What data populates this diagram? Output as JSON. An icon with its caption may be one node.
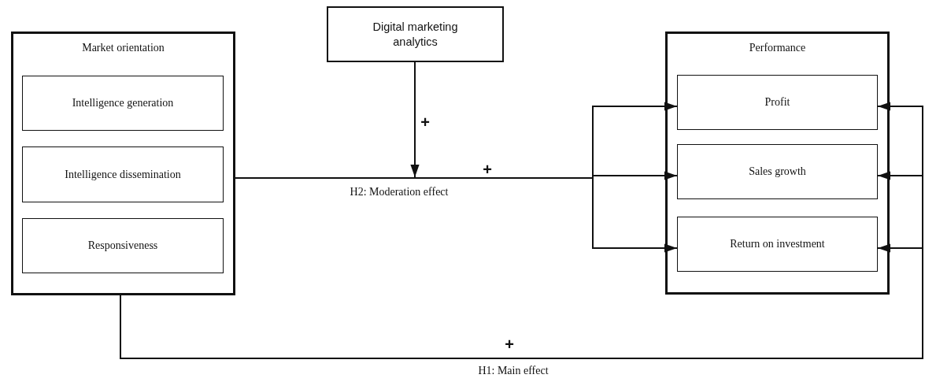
{
  "diagram": {
    "nodes": [
      {
        "text": [
          "Market orientation"
        ]
      },
      {
        "text": [
          "Intelligence generation"
        ],
        "in": 0
      },
      {
        "text": [
          "Intelligence dissemination"
        ],
        "in": 0
      },
      {
        "text": [
          "Responsiveness"
        ],
        "in": 0
      },
      {
        "text": [
          "Digital marketing analytics"
        ]
      },
      {
        "text": [
          "Performance"
        ]
      },
      {
        "text": [
          "Profit"
        ],
        "in": 5
      },
      {
        "text": [
          "Sales growth"
        ],
        "in": 5
      },
      {
        "text": [
          "Return on investment"
        ],
        "in": 5
      }
    ],
    "edges": [
      {
        "from": 4,
        "to": null,
        "arrow": "to"
      },
      {
        "from": 0,
        "to": 6,
        "arrow": "to"
      },
      {
        "from": 0,
        "to": 7,
        "arrow": "to",
        "label": "H2: Moderation effect"
      },
      {
        "from": 0,
        "to": 8,
        "arrow": "to"
      },
      {
        "from": 0,
        "to": 6,
        "arrow": "to"
      },
      {
        "from": 0,
        "to": 7,
        "arrow": "to",
        "label": "H1: Main effect"
      },
      {
        "from": 0,
        "to": 8,
        "arrow": "to"
      }
    ],
    "labels": [
      "+",
      "+",
      "+"
    ]
  }
}
